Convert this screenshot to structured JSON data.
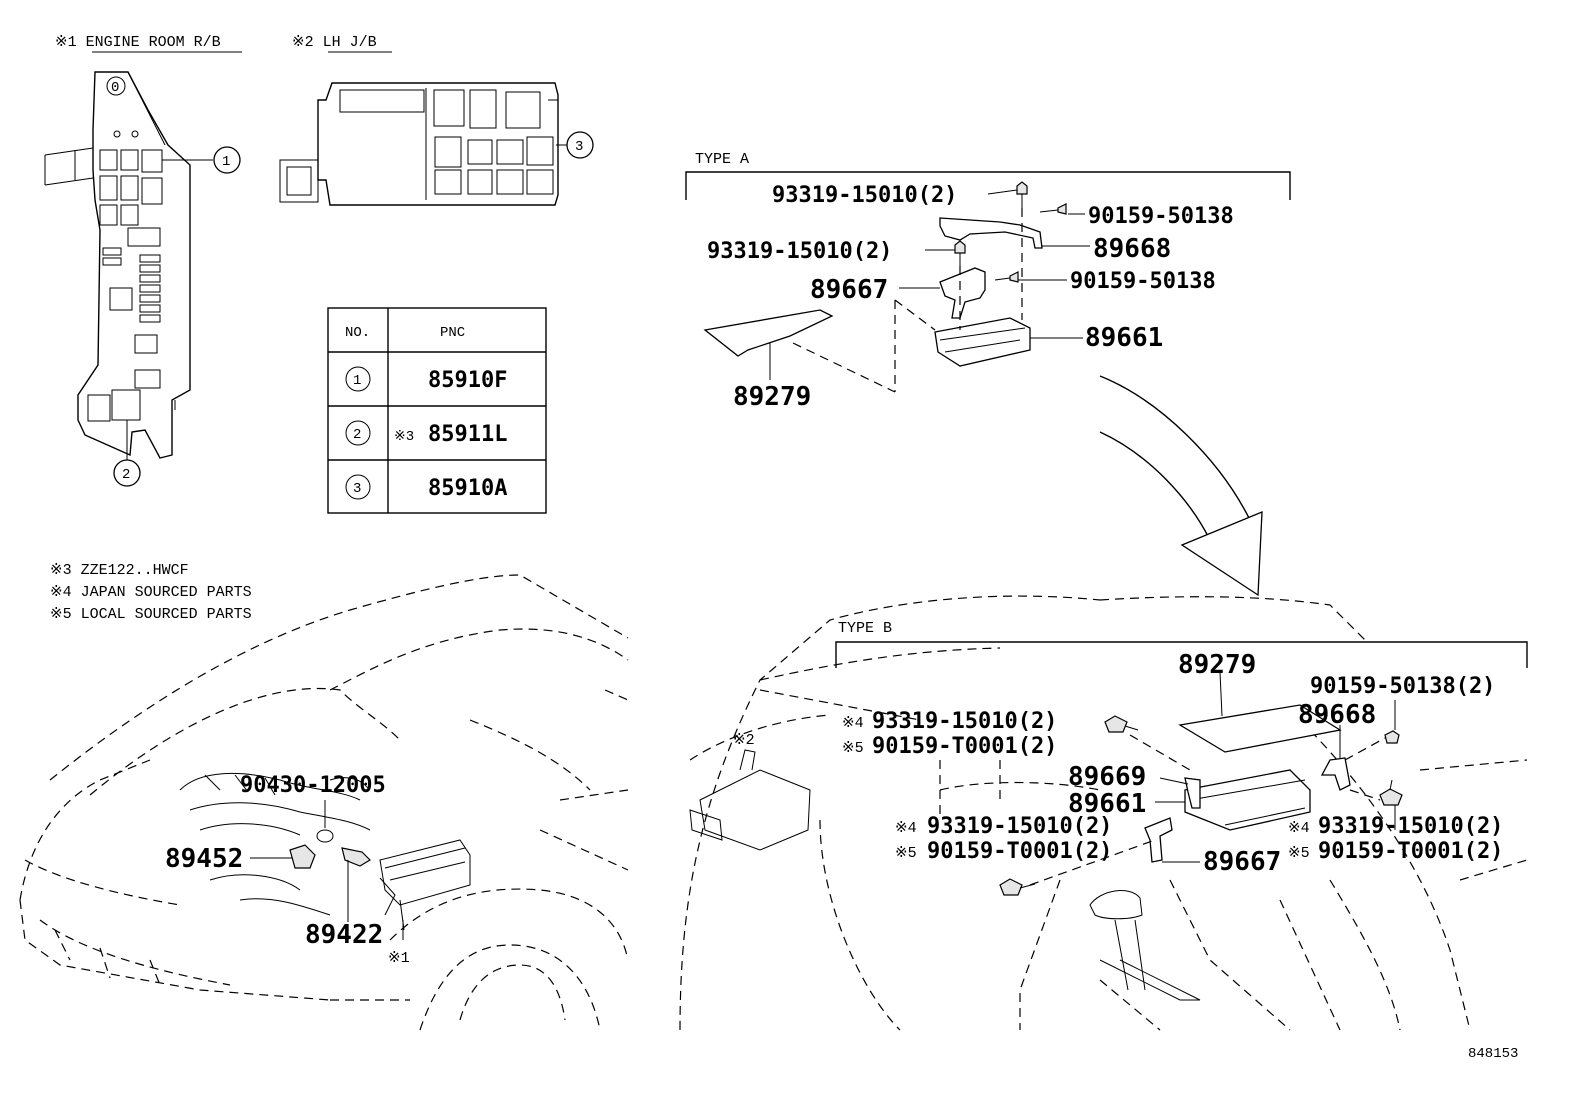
{
  "footnotes": {
    "note1": "※1 ENGINE ROOM R/B",
    "note2": "※2 LH J/B",
    "note3": "※3 ZZE122..HWCF",
    "note4": "※4 JAPAN SOURCED PARTS",
    "note5": "※5 LOCAL SOURCED PARTS"
  },
  "relay_block": {
    "top_mark": "0",
    "callout_1": "1",
    "callout_2": "2"
  },
  "junction_block": {
    "callout_3": "3"
  },
  "pnc_table": {
    "headers": {
      "no": "NO.",
      "pnc": "PNC"
    },
    "rows": [
      {
        "no": "1",
        "prefix": "",
        "pnc": "85910F"
      },
      {
        "no": "2",
        "prefix": "※3",
        "pnc": "85911L"
      },
      {
        "no": "3",
        "prefix": "",
        "pnc": "85910A"
      }
    ]
  },
  "type_a": {
    "label": "TYPE A",
    "parts": {
      "p1": "93319-15010(2)",
      "p2": "90159-50138",
      "p3": "93319-15010(2)",
      "p4": "89668",
      "p5": "89667",
      "p6": "90159-50138",
      "p7": "89661",
      "p8": "89279"
    }
  },
  "type_b": {
    "label": "TYPE B",
    "jb_mark": "※2",
    "parts": {
      "p1": "89279",
      "p2": "90159-50138(2)",
      "p3_prefix": "※4",
      "p3": "93319-15010(2)",
      "p4_prefix": "※5",
      "p4": "90159-T0001(2)",
      "p5": "89668",
      "p6": "89669",
      "p7": "89661",
      "p8_prefix": "※4",
      "p8": "93319-15010(2)",
      "p9_prefix": "※5",
      "p9": "90159-T0001(2)",
      "p10": "89667",
      "p11_prefix": "※4",
      "p11": "93319-15010(2)",
      "p12_prefix": "※5",
      "p12": "90159-T0001(2)"
    }
  },
  "engine_view": {
    "p1": "90430-12005",
    "p2": "89452",
    "p3": "89422",
    "mark": "※1"
  },
  "figure_id": "848153"
}
